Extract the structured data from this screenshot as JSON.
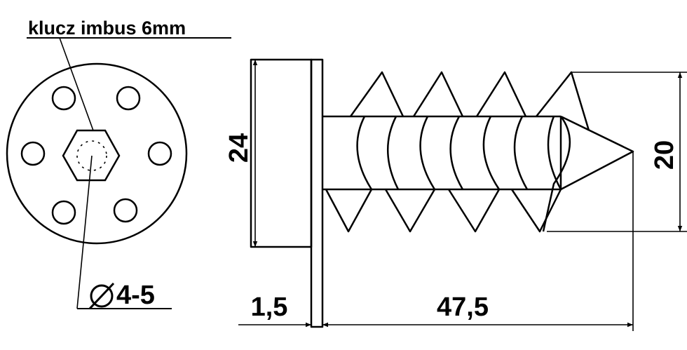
{
  "annotations": {
    "hex_key_label": "klucz imbus 6mm",
    "hole_diameter_symbol": "∅",
    "hole_diameter_value": "4-5"
  },
  "dimensions": {
    "head_height": "24",
    "thread_diameter": "20",
    "flange_thickness": "1,5",
    "body_length": "47,5"
  },
  "colors": {
    "line": "#000000",
    "background": "#ffffff"
  }
}
